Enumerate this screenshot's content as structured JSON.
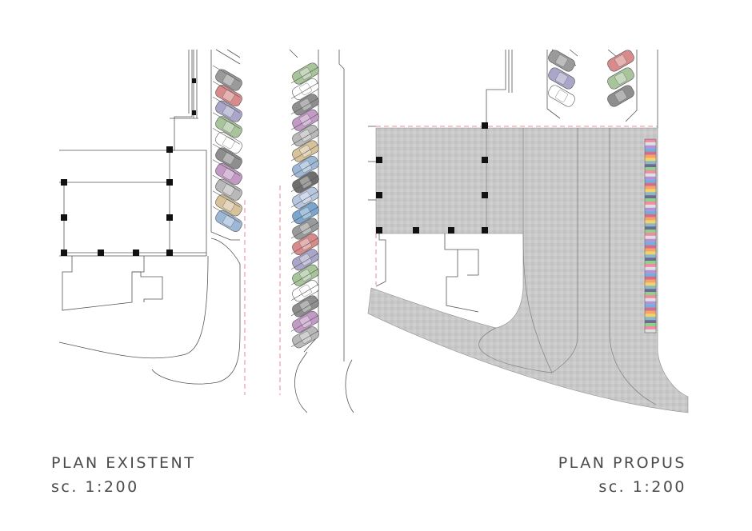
{
  "existing_plan": {
    "title": "PLAN EXISTENT",
    "scale": "sc. 1:200"
  },
  "proposed_plan": {
    "title": "PLAN PROPUS",
    "scale": "sc. 1:200"
  },
  "colors": {
    "line": "#555555",
    "paving": "#c8c8c8",
    "dashed_boundary": "#e06a7a",
    "column": "#111111",
    "text": "#4a4a4a"
  },
  "car_colors": [
    "#9a9a9a",
    "#d98a8a",
    "#a9a6c9",
    "#a8c49a",
    "#ffffff",
    "#8e8e8e",
    "#c39ac6",
    "#b9b9b9",
    "#d8c29a",
    "#9db8d6",
    "#6e6e6e",
    "#b8c7e0",
    "#7aa6cf"
  ],
  "bench_colors": [
    "#f28aa4",
    "#6fb0e0",
    "#f2d36b",
    "#8fd18a",
    "#b592d8",
    "#f2a46b",
    "#6b6b8f",
    "#e0e0e0",
    "#d86b8a",
    "#8ab8c8"
  ]
}
